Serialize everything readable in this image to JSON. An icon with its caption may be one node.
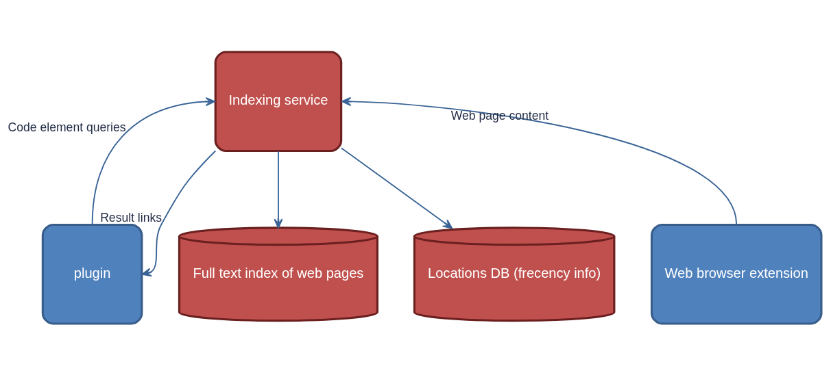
{
  "diagram": {
    "nodes": [
      {
        "text": [
          "Indexing service"
        ]
      },
      {
        "text": [
          "plugin"
        ]
      },
      {
        "text": [
          "Full text index of web pages"
        ]
      },
      {
        "text": [
          "Locations DB (frecency info)"
        ]
      },
      {
        "text": [
          "Web browser extension"
        ]
      }
    ],
    "edges": [
      {
        "from": 1,
        "to": 0,
        "arrow": "to",
        "label": "Code element queries"
      },
      {
        "from": 0,
        "to": 1,
        "arrow": "to",
        "label": "Result links"
      },
      {
        "from": 0,
        "to": 2,
        "arrow": "to"
      },
      {
        "from": 0,
        "to": 3,
        "arrow": "to"
      },
      {
        "from": 4,
        "to": 0,
        "arrow": "to",
        "label": "Web page content"
      }
    ]
  }
}
